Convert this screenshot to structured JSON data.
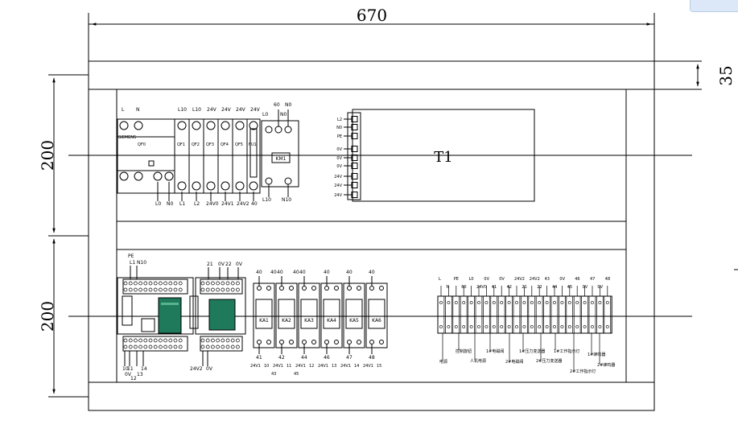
{
  "dimensions": {
    "width": "670",
    "height_top": "35",
    "height_upper": "200",
    "height_lower": "200"
  },
  "transformer": {
    "label": "T1",
    "terminals": [
      "L2",
      "N0",
      "PE",
      "0V",
      "0V",
      "0V",
      "24V",
      "24V",
      "24V"
    ]
  },
  "upper_breakers": {
    "top_labels": [
      "L",
      "N",
      "L10",
      "L10",
      "24V",
      "24V",
      "24V",
      "24V"
    ],
    "bottom_labels": [
      "L0",
      "N0",
      "L1",
      "L2",
      "24V0",
      "24V1",
      "24V2",
      "40"
    ],
    "names": [
      "QF0",
      "QF1",
      "QF2",
      "QF3",
      "QF4",
      "QF5",
      "FU1"
    ],
    "brand": "SIEMENS",
    "relay": {
      "name": "KM1",
      "top": [
        "60",
        "N0",
        "L0",
        "N0"
      ],
      "bottom": [
        "L10",
        "N10"
      ]
    }
  },
  "plc": {
    "top_labels": [
      "PE",
      "L1",
      "N10"
    ],
    "bottom_labels": [
      "10",
      "11",
      "12",
      "13",
      "14",
      "0V"
    ],
    "io_top": [
      "21",
      "0V",
      "22",
      "0V"
    ],
    "io_bottom": [
      "24V2",
      "0V"
    ]
  },
  "relays": {
    "names": [
      "KA1",
      "KA2",
      "KA3",
      "KA4",
      "KA5",
      "KA6"
    ],
    "top_labels": [
      "40",
      "40",
      "40",
      "40",
      "40",
      "40",
      "40",
      "40"
    ],
    "bottom_labels": [
      "41",
      "42",
      "44",
      "46",
      "47",
      "48"
    ],
    "bottom_row2": [
      "24V1",
      "10",
      "24V1",
      "11",
      "24V1",
      "12",
      "24V1",
      "13",
      "24V1",
      "14",
      "24V1",
      "15"
    ],
    "bottom_row3": [
      "43",
      "45"
    ]
  },
  "terminal_block": {
    "top_labels": [
      "L",
      "N",
      "PE",
      "60",
      "L0",
      "24V0",
      "0V",
      "41",
      "0V",
      "42",
      "24V2",
      "21",
      "24V2",
      "22",
      "43",
      "44",
      "0V",
      "45",
      "46",
      "0V",
      "47",
      "0V",
      "48"
    ],
    "captions": [
      "电源",
      "控制旋钮",
      "人机电源",
      "1#电磁阀",
      "2#电磁阀",
      "1#压力变送器",
      "2#压力变送器",
      "1#工作指示灯",
      "1#蜂鸣器",
      "2#工作指示灯",
      "2#蜂鸣器"
    ]
  }
}
